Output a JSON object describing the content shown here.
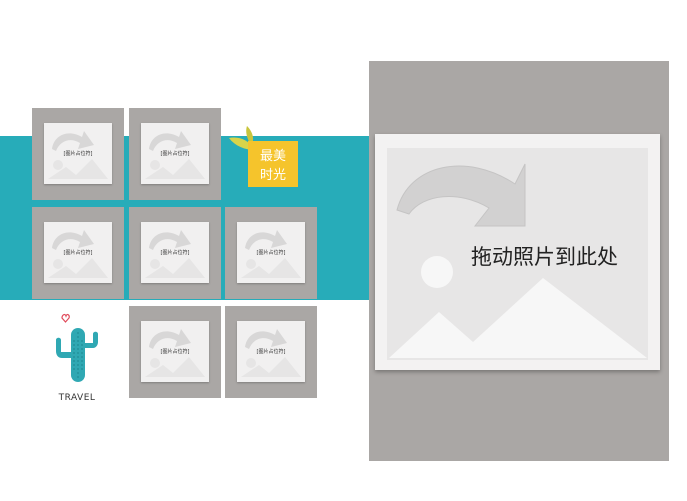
{
  "slots": [
    {
      "id": "slot-1",
      "label": "[图片占位符]"
    },
    {
      "id": "slot-2",
      "label": "[图片占位符]"
    },
    {
      "id": "slot-3",
      "label": "[图片占位符]"
    },
    {
      "id": "slot-4",
      "label": "[图片占位符]"
    },
    {
      "id": "slot-5",
      "label": "[图片占位符]"
    },
    {
      "id": "slot-6",
      "label": "[图片占位符]"
    },
    {
      "id": "slot-7",
      "label": "[图片占位符]"
    }
  ],
  "main_drop": {
    "label": "拖动照片到此处"
  },
  "title_tag": {
    "line1": "最美",
    "line2": "时光"
  },
  "decor": {
    "caption": "TRAVEL"
  },
  "colors": {
    "band": "#27acb9",
    "slot": "#aaa7a5",
    "tag": "#f5c42c",
    "cactus": "#2fa8b3",
    "leaf": "#d8d44a",
    "heart": "#e04a5a"
  }
}
